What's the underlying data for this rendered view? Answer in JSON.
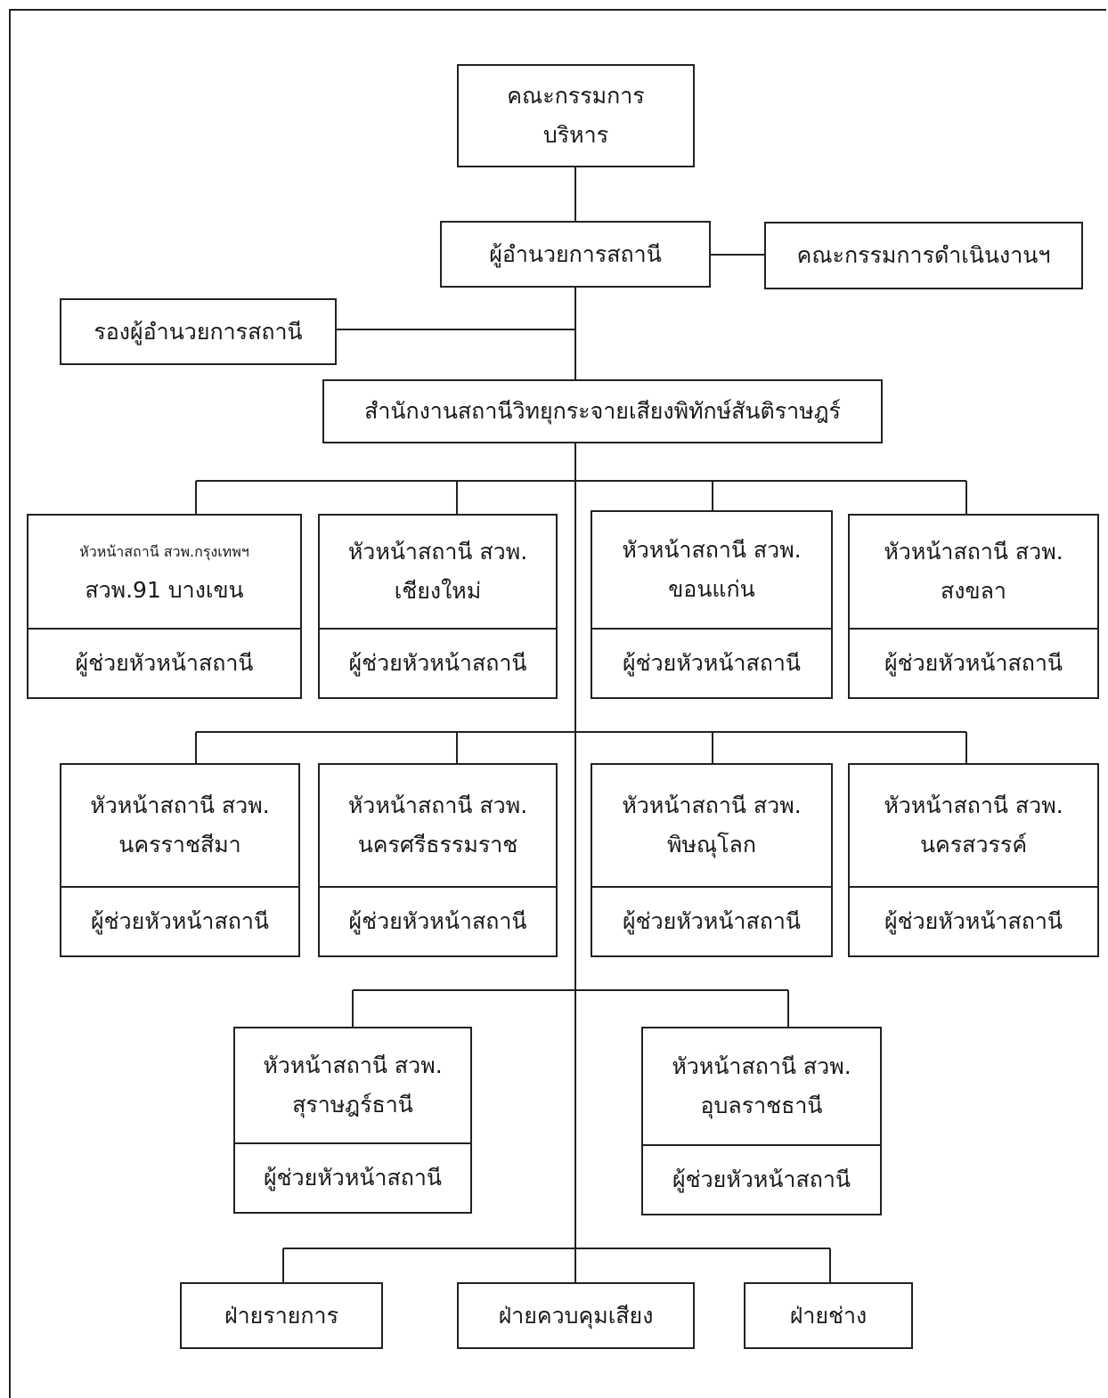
{
  "board": {
    "line1": "คณะกรรมการ",
    "line2": "บริหาร"
  },
  "director": "ผู้อำนวยการสถานี",
  "operating_committee": "คณะกรรมการดำเนินงานฯ",
  "deputy_director": "รองผู้อำนวยการสถานี",
  "office": "สำนักงานสถานีวิทยุกระจายเสียงพิทักษ์สันติราษฎร์",
  "stations_row1": [
    {
      "line1": "หัวหน้าสถานี สวพ.กรุงเทพฯ",
      "line2": "สวพ.91 บางเขน",
      "assistant": "ผู้ช่วยหัวหน้าสถานี"
    },
    {
      "line1": "หัวหน้าสถานี สวพ.",
      "line2": "เชียงใหม่",
      "assistant": "ผู้ช่วยหัวหน้าสถานี"
    },
    {
      "line1": "หัวหน้าสถานี สวพ.",
      "line2": "ขอนแก่น",
      "assistant": "ผู้ช่วยหัวหน้าสถานี"
    },
    {
      "line1": "หัวหน้าสถานี สวพ.",
      "line2": "สงขลา",
      "assistant": "ผู้ช่วยหัวหน้าสถานี"
    }
  ],
  "stations_row2": [
    {
      "line1": "หัวหน้าสถานี สวพ.",
      "line2": "นครราชสีมา",
      "assistant": "ผู้ช่วยหัวหน้าสถานี"
    },
    {
      "line1": "หัวหน้าสถานี สวพ.",
      "line2": "นครศรีธรรมราช",
      "assistant": "ผู้ช่วยหัวหน้าสถานี"
    },
    {
      "line1": "หัวหน้าสถานี สวพ.",
      "line2": "พิษณุโลก",
      "assistant": "ผู้ช่วยหัวหน้าสถานี"
    },
    {
      "line1": "หัวหน้าสถานี สวพ.",
      "line2": "นครสวรรค์",
      "assistant": "ผู้ช่วยหัวหน้าสถานี"
    }
  ],
  "stations_row3": [
    {
      "line1": "หัวหน้าสถานี สวพ.",
      "line2": "สุราษฎร์ธานี",
      "assistant": "ผู้ช่วยหัวหน้าสถานี"
    },
    {
      "line1": "หัวหน้าสถานี สวพ.",
      "line2": "อุบลราชธานี",
      "assistant": "ผู้ช่วยหัวหน้าสถานี"
    }
  ],
  "departments": [
    "ฝ่ายรายการ",
    "ฝ่ายควบคุมเสียง",
    "ฝ่ายช่าง"
  ]
}
